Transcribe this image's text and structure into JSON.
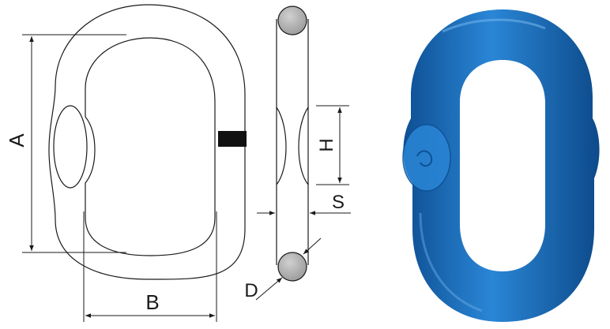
{
  "labels": {
    "dim_a": "A",
    "dim_b": "B",
    "dim_h": "H",
    "dim_s": "S",
    "dim_d": "D"
  },
  "colors": {
    "line": "#1a1a1a",
    "rod_section": "#b5b5b5",
    "weld_mark": "#111111",
    "link_blue": "#1a6fc1",
    "link_blue_dark": "#0e4f93",
    "link_blue_light": "#4a96dc"
  },
  "parts": {
    "front_view": "master-link-front-outline",
    "side_view": "master-link-side-outline",
    "photo": "blue-master-link"
  }
}
